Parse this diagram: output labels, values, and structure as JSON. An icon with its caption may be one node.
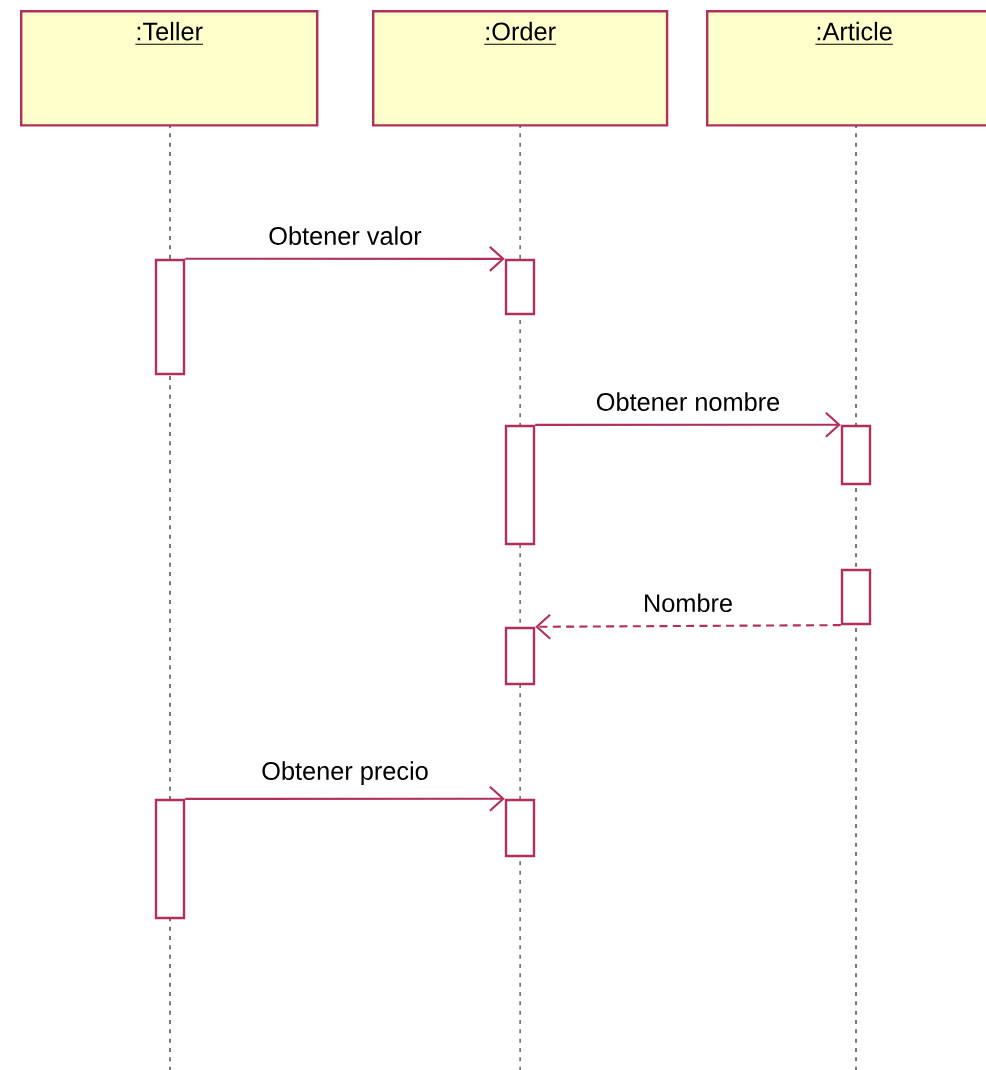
{
  "diagram": {
    "nodes": [
      {
        "text": [
          ":Teller"
        ]
      },
      {
        "text": [
          ":Order"
        ]
      },
      {
        "text": [
          ":Article"
        ]
      },
      {
        "text": [],
        "shape": "bar"
      },
      {
        "text": [],
        "shape": "bar"
      },
      {
        "text": [],
        "shape": "bar"
      },
      {
        "text": [],
        "shape": "bar"
      },
      {
        "text": [],
        "shape": "bar"
      },
      {
        "text": [],
        "shape": "bar"
      },
      {
        "text": [],
        "shape": "bar"
      },
      {
        "text": [],
        "shape": "bar"
      }
    ],
    "edges": [
      {
        "from": 3,
        "to": 4,
        "arrow": "to",
        "label": "Obtener valor"
      },
      {
        "from": 5,
        "to": 6,
        "arrow": "to",
        "label": "Obtener nombre"
      },
      {
        "from": 7,
        "to": 8,
        "arrow": "to",
        "label": "Nombre",
        "style": "dashed"
      },
      {
        "from": 9,
        "to": 10,
        "arrow": "to",
        "label": "Obtener precio"
      }
    ]
  }
}
